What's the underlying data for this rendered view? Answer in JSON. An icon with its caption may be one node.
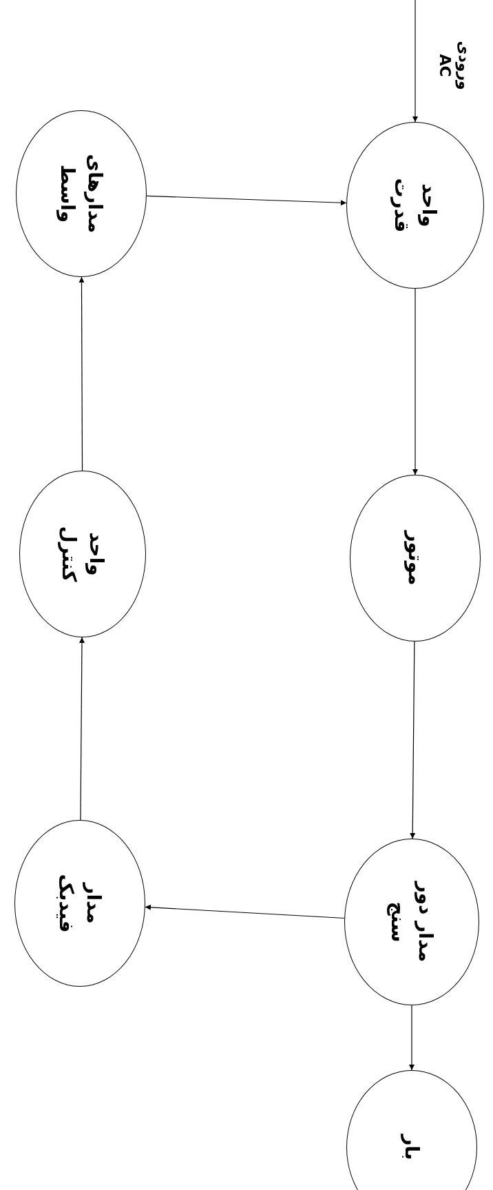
{
  "diagram": {
    "nodes": [
      {
        "text": [
          "واحد قدرت"
        ]
      },
      {
        "text": [
          "موتور"
        ]
      },
      {
        "text": [
          "مدار دور سنج"
        ]
      },
      {
        "text": [
          "بار"
        ]
      },
      {
        "text": [
          "مدار فیدبک"
        ]
      },
      {
        "text": [
          "واحد کنترل"
        ]
      },
      {
        "text": [
          "مدارهای واسط"
        ]
      }
    ],
    "edges": [
      {
        "from": null,
        "to": 0,
        "arrow": "to",
        "label": "ورودی AC"
      },
      {
        "from": 0,
        "to": 1,
        "arrow": "to"
      },
      {
        "from": 1,
        "to": 2,
        "arrow": "to"
      },
      {
        "from": 2,
        "to": 3,
        "arrow": "to"
      },
      {
        "from": 2,
        "to": 4,
        "arrow": "to"
      },
      {
        "from": 4,
        "to": 5,
        "arrow": "to"
      },
      {
        "from": 5,
        "to": 6,
        "arrow": "to"
      },
      {
        "from": 6,
        "to": 0,
        "arrow": "to"
      }
    ]
  }
}
